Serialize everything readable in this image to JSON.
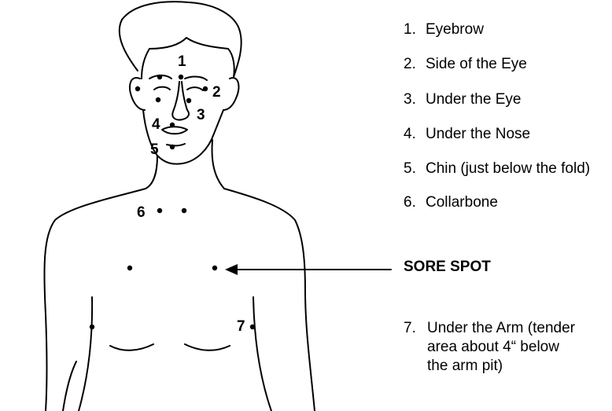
{
  "figure_numbers": [
    "1",
    "2",
    "3",
    "4",
    "5",
    "6",
    "7"
  ],
  "legend": {
    "items": [
      {
        "num": "1.",
        "text": "Eyebrow"
      },
      {
        "num": "2.",
        "text": "Side of the Eye"
      },
      {
        "num": "3.",
        "text": "Under the Eye"
      },
      {
        "num": "4.",
        "text": "Under the Nose"
      },
      {
        "num": "5.",
        "text": "Chin (just below the fold)"
      },
      {
        "num": "6.",
        "text": "Collarbone"
      }
    ],
    "sore_spot": "SORE SPOT",
    "item7": {
      "num": "7.",
      "lines": [
        "Under the Arm (tender",
        "area about 4“ below",
        "the arm pit)"
      ]
    }
  }
}
